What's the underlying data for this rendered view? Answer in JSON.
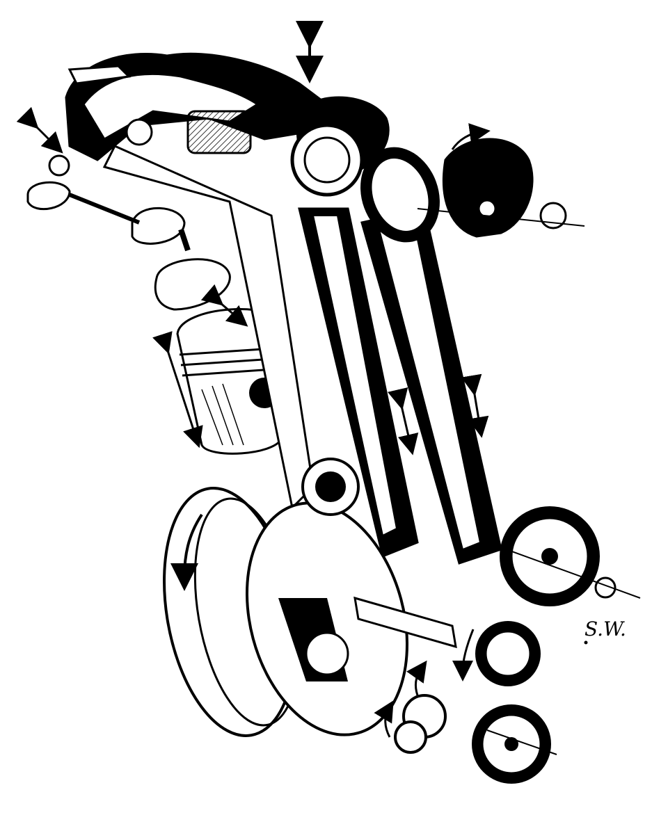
{
  "illustration": {
    "subject": "exploded-engine-valve-train",
    "ink_color": "#000000",
    "paper_color": "#ffffff",
    "signature_text": "S.W."
  },
  "icons": {
    "motion_arrows": "double-arrow",
    "rotation_arrows": "curved-arrow"
  }
}
